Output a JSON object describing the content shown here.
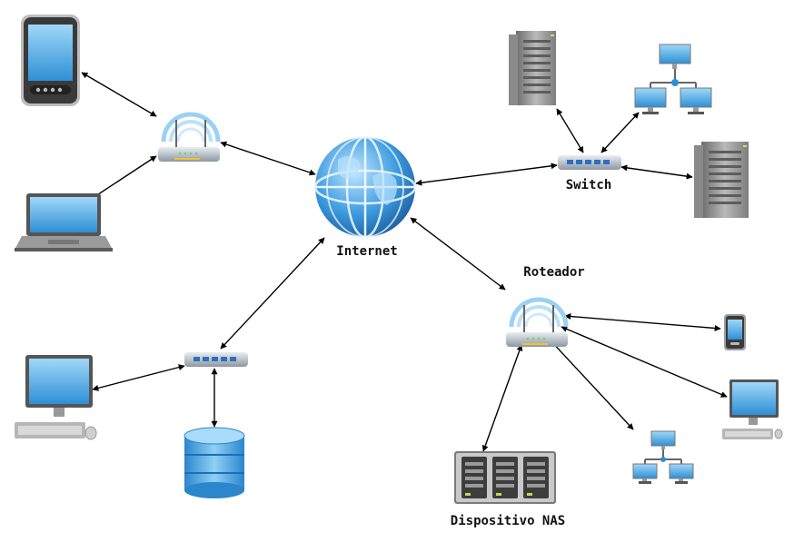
{
  "labels": {
    "internet": "Internet",
    "switch": "Switch",
    "router": "Roteador",
    "nas": "Dispositivo NAS"
  },
  "nodes": [
    {
      "name": "tablet-icon",
      "type": "tablet"
    },
    {
      "name": "laptop-icon",
      "type": "laptop"
    },
    {
      "name": "wireless-router-left-icon",
      "type": "wireless-router"
    },
    {
      "name": "internet-globe-icon",
      "type": "globe"
    },
    {
      "name": "server-top-icon",
      "type": "server"
    },
    {
      "name": "network-group-top-icon",
      "type": "network-group"
    },
    {
      "name": "switch-icon",
      "type": "switch"
    },
    {
      "name": "server-right-icon",
      "type": "server"
    },
    {
      "name": "desktop-computer-left-icon",
      "type": "desktop"
    },
    {
      "name": "hub-bottom-left-icon",
      "type": "switch"
    },
    {
      "name": "database-icon",
      "type": "database"
    },
    {
      "name": "roteador-icon",
      "type": "wireless-router"
    },
    {
      "name": "phone-icon",
      "type": "phone"
    },
    {
      "name": "desktop-computer-right-icon",
      "type": "desktop"
    },
    {
      "name": "network-group-bottom-icon",
      "type": "network-group"
    },
    {
      "name": "nas-device-icon",
      "type": "nas"
    }
  ],
  "connections": [
    {
      "from": "tablet-icon",
      "to": "wireless-router-left-icon"
    },
    {
      "from": "laptop-icon",
      "to": "wireless-router-left-icon"
    },
    {
      "from": "wireless-router-left-icon",
      "to": "internet-globe-icon"
    },
    {
      "from": "internet-globe-icon",
      "to": "switch-icon"
    },
    {
      "from": "server-top-icon",
      "to": "switch-icon"
    },
    {
      "from": "network-group-top-icon",
      "to": "switch-icon"
    },
    {
      "from": "switch-icon",
      "to": "server-right-icon"
    },
    {
      "from": "internet-globe-icon",
      "to": "roteador-icon"
    },
    {
      "from": "internet-globe-icon",
      "to": "hub-bottom-left-icon"
    },
    {
      "from": "desktop-computer-left-icon",
      "to": "hub-bottom-left-icon"
    },
    {
      "from": "hub-bottom-left-icon",
      "to": "database-icon"
    },
    {
      "from": "roteador-icon",
      "to": "phone-icon"
    },
    {
      "from": "roteador-icon",
      "to": "desktop-computer-right-icon"
    },
    {
      "from": "roteador-icon",
      "to": "network-group-bottom-icon"
    },
    {
      "from": "roteador-icon",
      "to": "nas-device-icon"
    }
  ],
  "arrowheads": "both-ends"
}
